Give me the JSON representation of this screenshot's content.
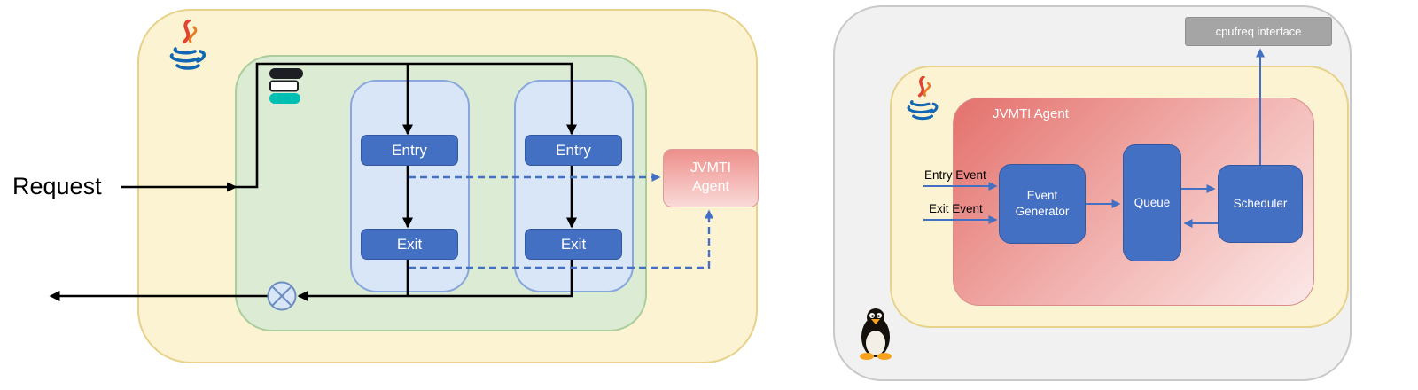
{
  "left_panel": {
    "request_label": "Request",
    "column1": {
      "entry_label": "Entry",
      "exit_label": "Exit"
    },
    "column2": {
      "entry_label": "Entry",
      "exit_label": "Exit"
    },
    "jvmti_agent": {
      "line1": "JVMTI",
      "line2": "Agent"
    }
  },
  "right_panel": {
    "cpufreq_label": "cpufreq interface",
    "jvmti_agent_label": "JVMTI Agent",
    "entry_event_label": "Entry Event",
    "exit_event_label": "Exit Event",
    "event_generator": {
      "line1": "Event",
      "line2": "Generator"
    },
    "queue_label": "Queue",
    "scheduler_label": "Scheduler"
  },
  "icons": {
    "left_java": "java-logo",
    "left_elastic": "elastic-logo",
    "right_java": "java-logo",
    "right_linux": "tux-linux-logo",
    "merge": "xor-merge-symbol"
  },
  "colors": {
    "node_blue": "#4470C4",
    "arrow_blue": "#4470C4",
    "arrow_black": "#000000",
    "container_yellow": "#FCF3D2",
    "container_green": "#DCEBD4",
    "column_blue": "#D9E6F8",
    "agent_pink": "#EE8F8B",
    "container_gray": "#F1F1F2",
    "cpufreq_gray": "#A5A5A5"
  }
}
